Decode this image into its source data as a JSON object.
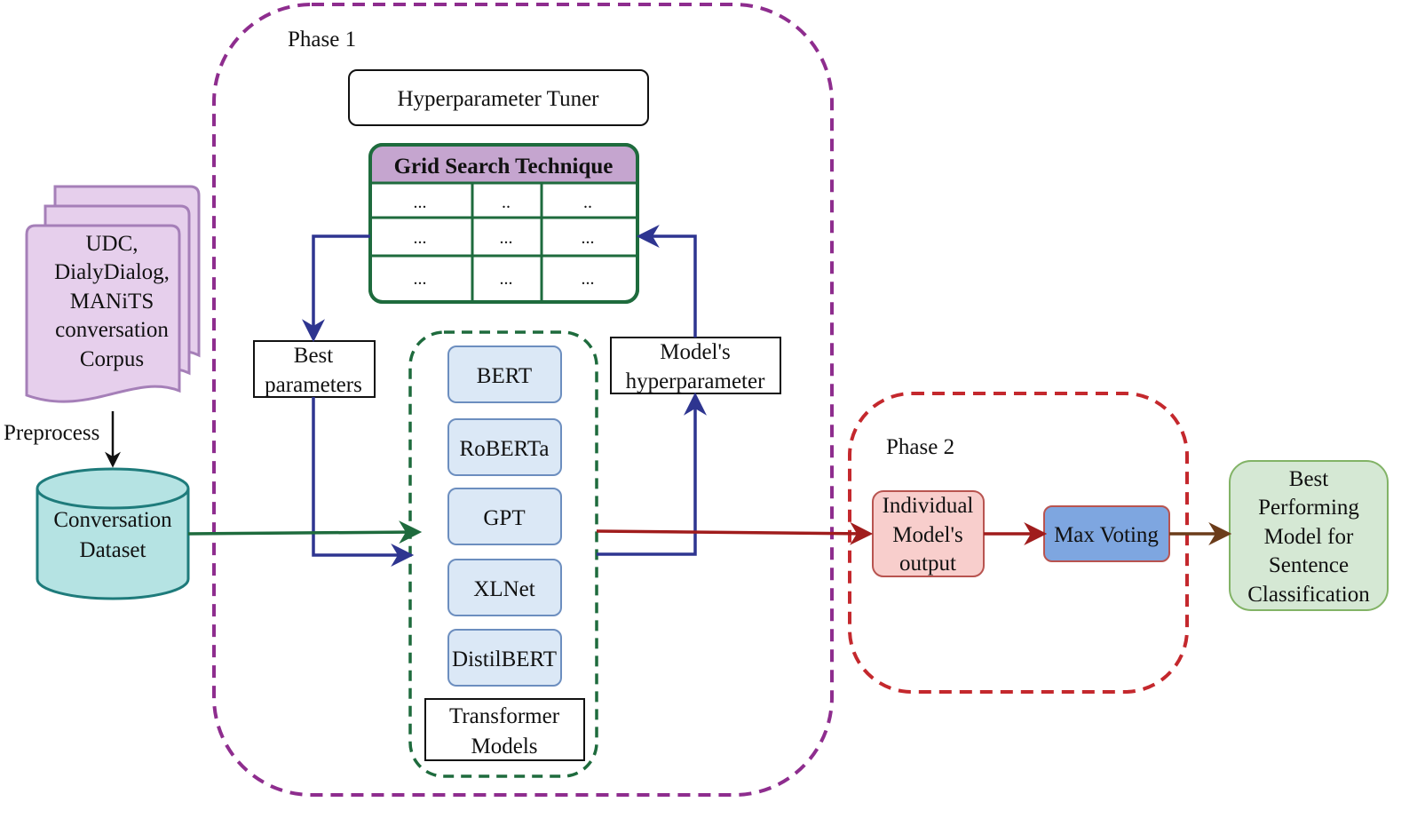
{
  "phase1": {
    "label": "Phase 1"
  },
  "phase2": {
    "label": "Phase 2"
  },
  "tuner": {
    "label": "Hyperparameter Tuner"
  },
  "grid": {
    "title": "Grid Search Technique",
    "rows": [
      [
        "...",
        "..",
        ".."
      ],
      [
        "...",
        "...",
        "..."
      ],
      [
        "...",
        "...",
        "..."
      ]
    ]
  },
  "corpus": {
    "lines": [
      "UDC,",
      "DialyDialog,",
      "MANiTS",
      "conversation",
      "Corpus"
    ]
  },
  "preprocess": {
    "label": "Preprocess"
  },
  "dataset": {
    "lines": [
      "Conversation",
      "Dataset"
    ]
  },
  "best_params": {
    "lines": [
      "Best",
      "parameters"
    ]
  },
  "model_hyper": {
    "lines": [
      "Model's",
      "hyperparameter"
    ]
  },
  "transformers": {
    "models": [
      "BERT",
      "RoBERTa",
      "GPT",
      "XLNet",
      "DistilBERT"
    ],
    "caption": [
      "Transformer",
      "Models"
    ]
  },
  "individual": {
    "lines": [
      "Individual",
      "Model's",
      "output"
    ]
  },
  "max_voting": {
    "label": "Max Voting"
  },
  "best_model": {
    "lines": [
      "Best",
      "Performing",
      "Model for",
      "Sentence",
      "Classification"
    ]
  },
  "colors": {
    "phase1_border": "#8e2d8e",
    "phase2_border": "#c4282d",
    "transformer_border": "#1e6b3d",
    "grid_border": "#1e6b3d",
    "grid_header": "#c5a5cf",
    "corpus_fill": "#e6cfec",
    "corpus_border": "#a57fb8",
    "dataset_fill": "#b5e3e3",
    "dataset_border": "#1e7b7b",
    "model_fill": "#dbe8f6",
    "model_border": "#6c8ebf",
    "individual_fill": "#f8cecc",
    "individual_border": "#b85450",
    "voting_fill": "#7ea6e0",
    "voting_border": "#b85450",
    "best_fill": "#d5e8d4",
    "best_border": "#82b366",
    "arrow_green": "#1e6b3d",
    "arrow_blue": "#2e3590",
    "arrow_red": "#a01c1c",
    "arrow_brown": "#6b3c1a"
  }
}
